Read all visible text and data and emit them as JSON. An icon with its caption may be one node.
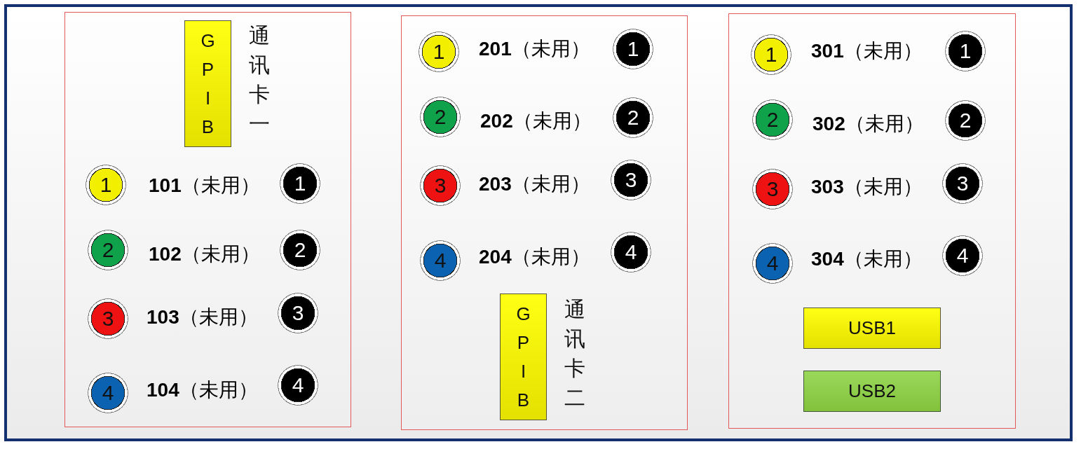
{
  "diagram": {
    "nodes": [
      {
        "text": [],
        "shape": "box"
      },
      {
        "text": [],
        "shape": "box",
        "in": 0
      },
      {
        "text": [
          "GPIB"
        ],
        "beside": [
          "通讯卡一"
        ],
        "in": 1
      },
      {
        "text": [
          "1"
        ],
        "in": 1
      },
      {
        "text": [
          "1"
        ],
        "in": 1
      },
      {
        "text": [
          "2"
        ],
        "in": 1
      },
      {
        "text": [
          "2"
        ],
        "in": 1
      },
      {
        "text": [
          "3"
        ],
        "in": 1
      },
      {
        "text": [
          "3"
        ],
        "in": 1
      },
      {
        "text": [
          "4"
        ],
        "in": 1
      },
      {
        "text": [
          "4"
        ],
        "in": 1
      },
      {
        "text": [],
        "shape": "box",
        "in": 0
      },
      {
        "text": [
          "1"
        ],
        "in": 11
      },
      {
        "text": [
          "1"
        ],
        "in": 11
      },
      {
        "text": [
          "2"
        ],
        "in": 11
      },
      {
        "text": [
          "2"
        ],
        "in": 11
      },
      {
        "text": [
          "3"
        ],
        "in": 11
      },
      {
        "text": [
          "3"
        ],
        "in": 11
      },
      {
        "text": [
          "4"
        ],
        "in": 11
      },
      {
        "text": [
          "4"
        ],
        "in": 11
      },
      {
        "text": [
          "GPIB"
        ],
        "beside": [
          "通讯卡二"
        ],
        "in": 11
      },
      {
        "text": [],
        "shape": "box",
        "in": 0
      },
      {
        "text": [
          "1"
        ],
        "in": 21
      },
      {
        "text": [
          "1"
        ],
        "in": 21
      },
      {
        "text": [
          "2"
        ],
        "in": 21
      },
      {
        "text": [
          "2"
        ],
        "in": 21
      },
      {
        "text": [
          "3"
        ],
        "in": 21
      },
      {
        "text": [
          "3"
        ],
        "in": 21
      },
      {
        "text": [
          "4"
        ],
        "in": 21
      },
      {
        "text": [
          "4"
        ],
        "in": 21
      },
      {
        "text": [
          "USB1"
        ],
        "in": 21
      },
      {
        "text": [
          "USB2"
        ],
        "in": 21
      }
    ],
    "labels": [
      "**101**（未用）",
      "**102**（未用）",
      "**103**（未用）",
      "**104**（未用）",
      "**201**（未用）",
      "**202**（未用）",
      "**203**（未用）",
      "**204**（未用）",
      "**301**（未用）",
      "**302**（未用）",
      "**303**（未用）",
      "**304**（未用）"
    ]
  }
}
